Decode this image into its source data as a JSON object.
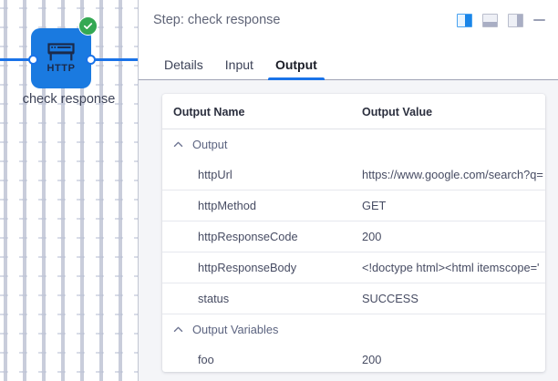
{
  "canvas": {
    "node": {
      "label": "check response",
      "icon": "http-node-icon",
      "icon_text": "HTTP",
      "status_badge": "check-circle-icon",
      "node_color": "#1a7ae0",
      "badge_color": "#34a853",
      "wire_color": "#1a73e8"
    }
  },
  "panel": {
    "header": {
      "title": "Step: check response",
      "actions": [
        {
          "name": "layout-split-view",
          "icon": "layout-split-icon",
          "active": true
        },
        {
          "name": "layout-bottom-view",
          "icon": "layout-bottom-icon",
          "active": false
        },
        {
          "name": "layout-side-view",
          "icon": "layout-side-icon",
          "active": false
        },
        {
          "name": "minimize-panel",
          "icon": "minimize-icon",
          "active": false
        }
      ]
    },
    "tabs": [
      {
        "label": "Details",
        "active": false
      },
      {
        "label": "Input",
        "active": false
      },
      {
        "label": "Output",
        "active": true
      }
    ],
    "accent_color": "#1a73e8"
  },
  "table": {
    "columns": [
      "Output Name",
      "Output Value"
    ],
    "groups": [
      {
        "label": "Output",
        "expanded": true,
        "rows": [
          {
            "name": "httpUrl",
            "value": "https://www.google.com/search?q="
          },
          {
            "name": "httpMethod",
            "value": "GET"
          },
          {
            "name": "httpResponseCode",
            "value": "200"
          },
          {
            "name": "httpResponseBody",
            "value": "<!doctype html><html itemscope='"
          },
          {
            "name": "status",
            "value": "SUCCESS"
          }
        ]
      },
      {
        "label": "Output Variables",
        "expanded": true,
        "rows": [
          {
            "name": "foo",
            "value": "200"
          }
        ]
      }
    ]
  }
}
